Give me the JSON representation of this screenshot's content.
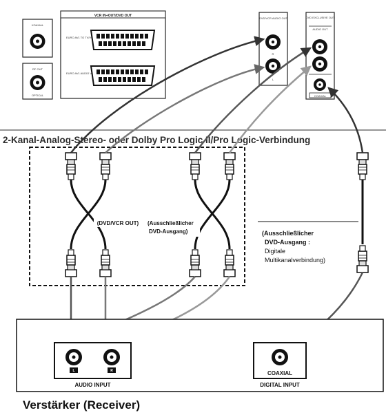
{
  "player_panel": {
    "coaxial_label": "KOAXIAL",
    "optical_label": "OPTICAL",
    "rf_out_label": "RF OUT",
    "scart_title": "VCR IN+OUT/DVD OUT",
    "scart1_label": "EURO AV1 TO TV/VCR",
    "scart2_label": "EURO AV1 AUDIO VIDEO",
    "dvdvcr_out_label": "DVD/VCR AUDIO OUT",
    "dvd_exclusive_label": "DVD EXCLUSIVE OUT",
    "audio_out_label": "AUDIO OUT",
    "coaxial_out_label": "COAXIAL",
    "jack_r": "R",
    "jack_l": "L"
  },
  "heading": "2-Kanal-Analog-Stereo- oder Dolby Pro Logic II/Pro Logic-Verbindung",
  "cable_labels": {
    "left": "(DVD/VCR OUT)",
    "middle_line1": "(Ausschließlicher",
    "middle_line2": "DVD-Ausgang)"
  },
  "digital_note": {
    "line1": "(Ausschließlicher",
    "line2": "DVD-Ausgang :",
    "line3": "Digitale",
    "line4": "Multikanalverbindung)"
  },
  "receiver": {
    "audio_input_label": "AUDIO INPUT",
    "digital_input_label": "DIGITAL INPUT",
    "coaxial_label": "COAXIAL",
    "jack_l": "L",
    "jack_r": "R",
    "name": "Verstärker (Receiver)"
  },
  "colors": {
    "line": "#111111",
    "arrow_dark": "#555555",
    "arrow_mid": "#777777",
    "arrow_light": "#999999",
    "panel_border": "#222222",
    "background": "#ffffff"
  }
}
